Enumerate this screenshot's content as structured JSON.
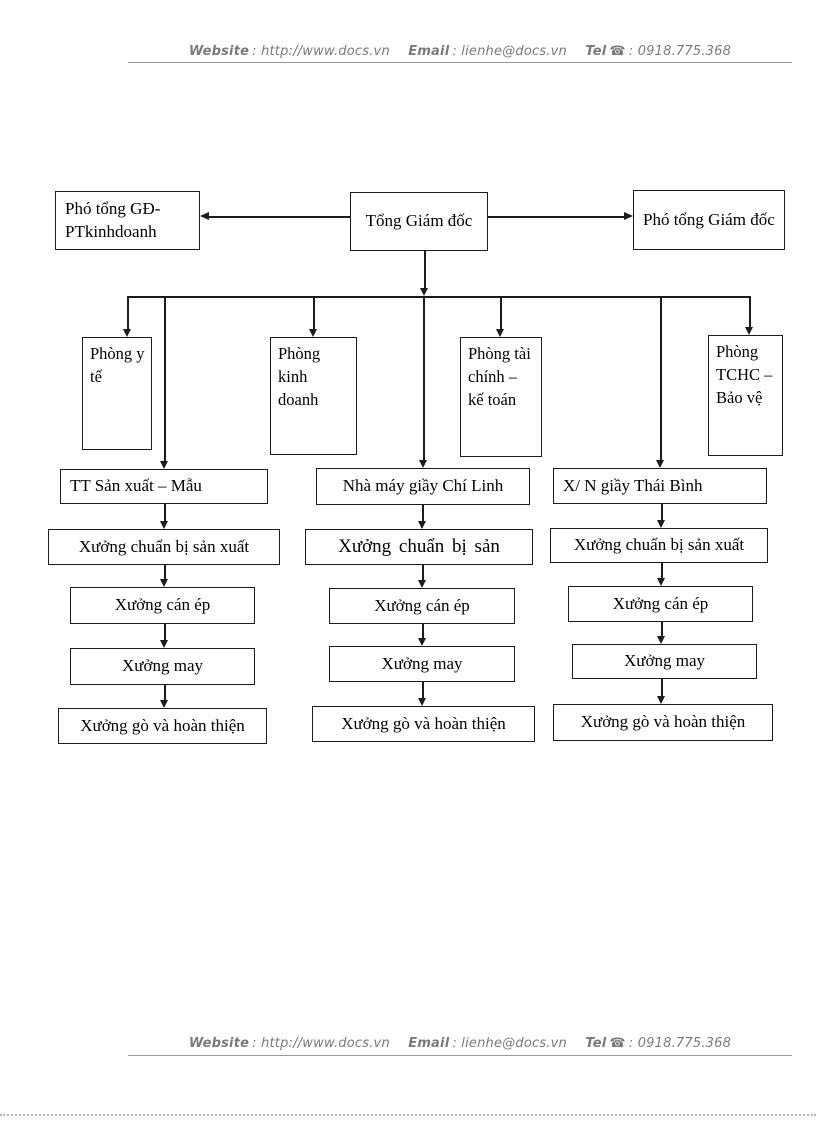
{
  "pageinfo": {
    "website_label": "Website",
    "website_value": ": http://www.docs.vn",
    "email_label": "Email",
    "email_value": ": lienhe@docs.vn",
    "tel_label": "Tel",
    "phone_icon": "☎",
    "tel_value": ": 0918.775.368"
  },
  "org": {
    "ceo": "Tổng Giám đốc",
    "deputy_left": "Phó tổng GĐ- PTkinhdoanh",
    "deputy_right": "Phó tổng Giám đốc",
    "departments": [
      {
        "label": "Phòng y tế"
      },
      {
        "label": "Phòng kinh doanh"
      },
      {
        "label": "Phòng tài chính – kế toán"
      },
      {
        "label": "Phòng TCHC – Bảo vệ"
      }
    ],
    "units": [
      {
        "name": "TT Sản xuất – Mẫu",
        "workshops": [
          "Xưởng chuẩn bị sản xuất",
          "Xưởng cán ép",
          "Xưởng may",
          "Xưởng gò và hoàn thiện"
        ]
      },
      {
        "name": "Nhà máy giầy Chí Linh",
        "workshops": [
          "Xưởng chuẩn bị sản",
          "Xưởng cán ép",
          "Xưởng may",
          "Xưởng gò và hoàn thiện"
        ]
      },
      {
        "name": "X/ N giầy Thái Bình",
        "workshops": [
          "Xưởng chuẩn bị sản xuất",
          "Xưởng cán ép",
          "Xưởng may",
          "Xưởng gò và hoàn thiện"
        ]
      }
    ]
  },
  "colors": {
    "ink": "#1c1c1c",
    "muted": "#7a7a7a"
  }
}
